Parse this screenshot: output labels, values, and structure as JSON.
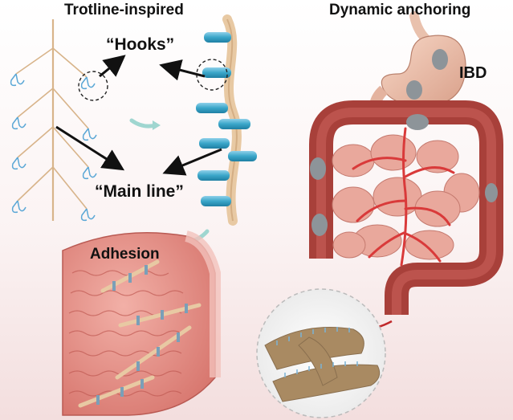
{
  "labels": {
    "title_left": "Trotline-inspired",
    "title_right": "Dynamic anchoring",
    "hooks": "“Hooks”",
    "main_line": "“Main line”",
    "ibd": "IBD",
    "adhesion": "Adhesion"
  },
  "icons": {
    "arrow": "black-arrow-icon",
    "transition_arrow": "teal-curved-arrow-icon",
    "zoom_arrow": "red-arrow-icon"
  },
  "colors": {
    "line": "#d8b48a",
    "hook": "#5aa7d6",
    "cylinder": "#3aa6c9",
    "tissue": "#e6958f",
    "colon": "#a8403a",
    "artery": "#d93a3a",
    "accent_arrow": "#9fd6d0"
  }
}
